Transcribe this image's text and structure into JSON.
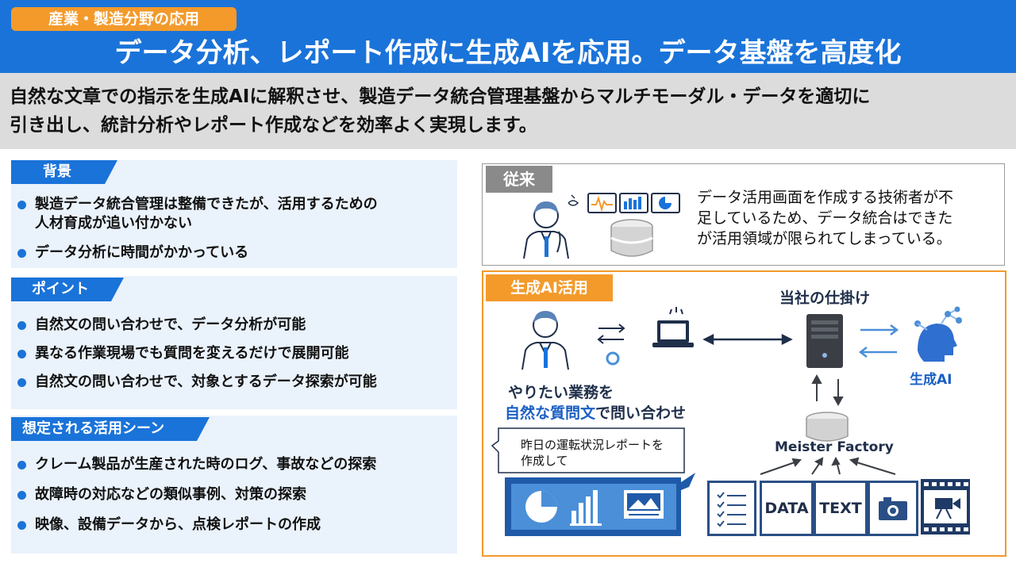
{
  "header": {
    "tag": "産業・製造分野の応用",
    "title": "データ分析、レポート作成に生成AIを応用。データ基盤を高度化"
  },
  "lead": {
    "line1": "自然な文章での指示を生成AIに解釈させ、製造データ統合管理基盤からマルチモーダル・データを適切に",
    "line2": "引き出し、統計分析やレポート作成などを効率よく実現します。"
  },
  "background": {
    "title": "背景",
    "items": [
      "製造データ統合管理は整備できたが、活用するための",
      "人材育成が追い付かない",
      "データ分析に時間がかかっている"
    ]
  },
  "points": {
    "title": "ポイント",
    "items": [
      "自然文の問い合わせで、データ分析が可能",
      "異なる作業現場でも質問を変えるだけで展開可能",
      "自然文の問い合わせで、対象とするデータ探索が可能"
    ]
  },
  "scenes": {
    "title": "想定される活用シーン",
    "items": [
      "クレーム製品が生産された時のログ、事故などの探索",
      "故障時の対応などの類似事例、対策の探索",
      "映像、設備データから、点検レポートの作成"
    ]
  },
  "conventional": {
    "label": "従来",
    "lines": [
      "データ活用画面を作成する技術者が不",
      "足しているため、データ統合はできた",
      "が活用領域が限られてしまっている。"
    ]
  },
  "genai": {
    "label": "生成AI活用",
    "mechanism_title": "当社の仕掛け",
    "ai_label": "生成AI",
    "query_line1": "やりたい業務を",
    "query_highlight": "自然な質問文",
    "query_rest": "で問い合わせ",
    "bubble_line1": "昨日の運転状況レポートを",
    "bubble_line2": "作成して",
    "platform": "Meister Factory",
    "source_data": "DATA",
    "source_text": "TEXT"
  },
  "colors": {
    "header_blue": "#1a73d9",
    "accent_orange": "#f39a2b",
    "panel_bg": "#eaf2fb",
    "navy": "#2a4f86"
  }
}
